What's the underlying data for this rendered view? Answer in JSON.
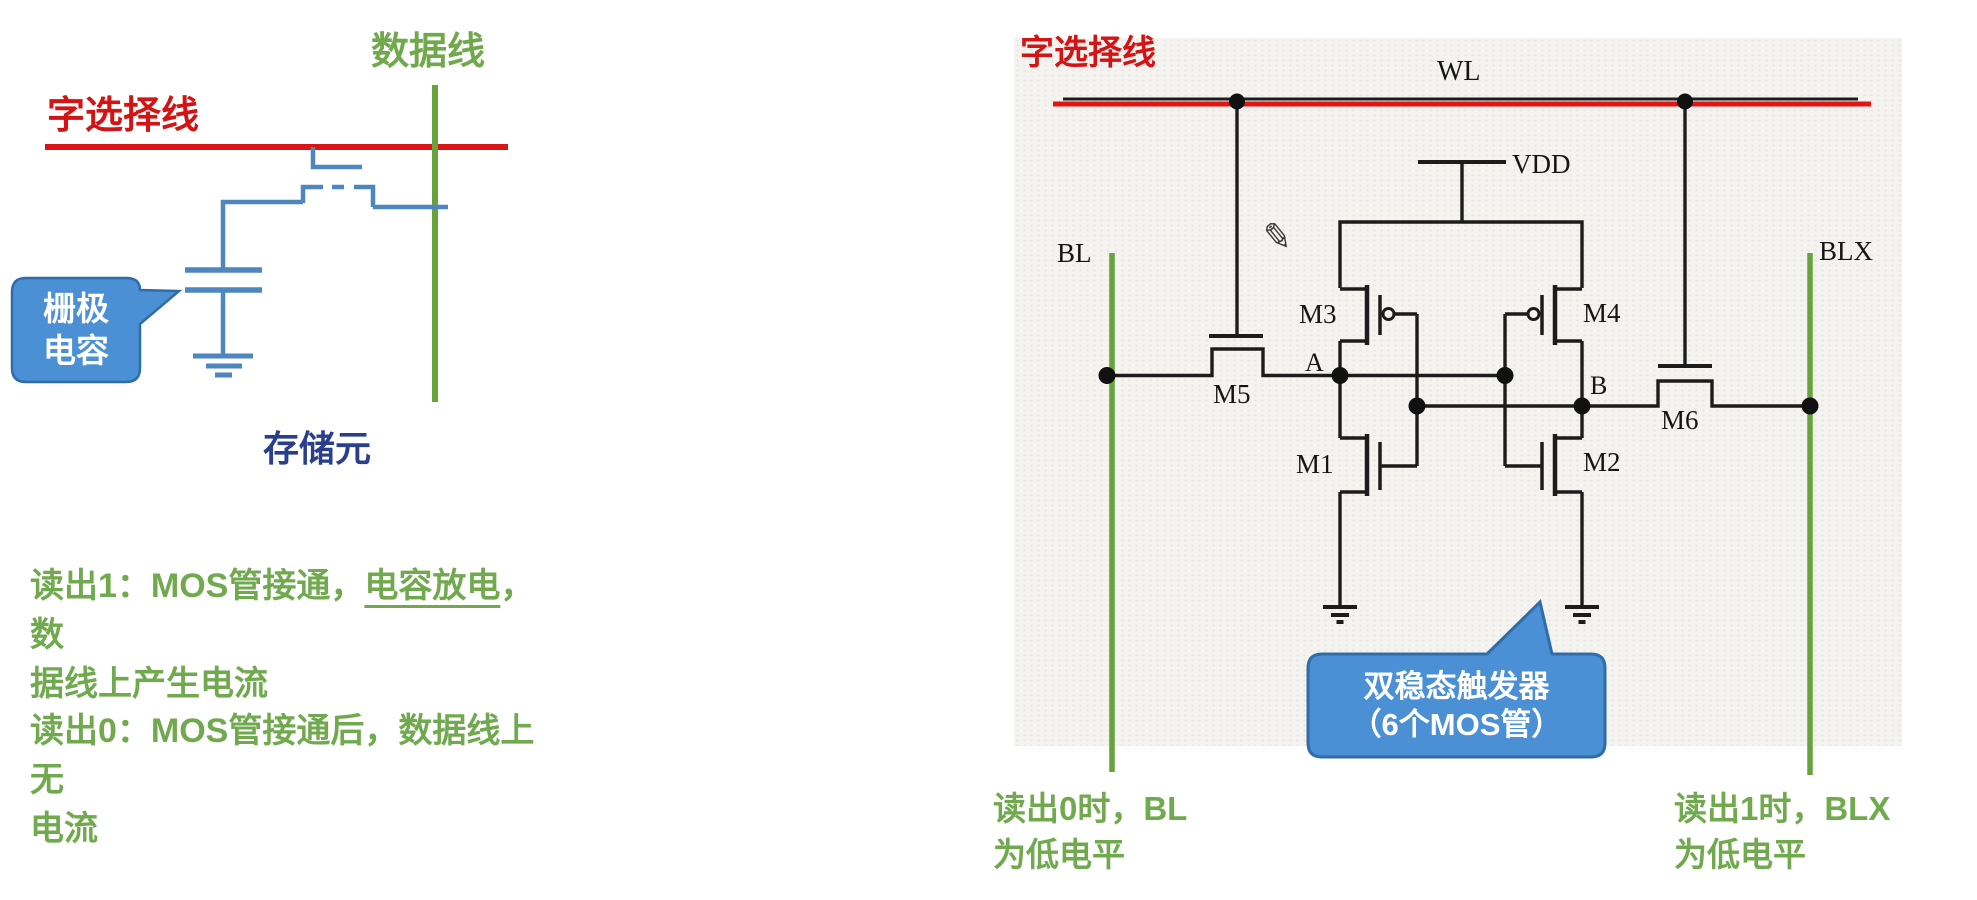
{
  "left_figure": {
    "data_line_label": "数据线",
    "word_line_label": "字选择线",
    "gate_cap_callout": {
      "line1": "栅极",
      "line2": "电容"
    },
    "cell_label": "存储元",
    "read1_note": {
      "line1_pre": "读出1：MOS管接通，",
      "line1_underlined": "电容放电",
      "line1_post": "，数",
      "line2": "据线上产生电流"
    },
    "read0_note": {
      "line1": "读出0：MOS管接通后，数据线上无",
      "line2": "电流"
    }
  },
  "right_figure": {
    "word_line_label": "字选择线",
    "wl_label": "WL",
    "vdd_label": "VDD",
    "bl_label": "BL",
    "blx_label": "BLX",
    "transistors": {
      "m1": "M1",
      "m2": "M2",
      "m3": "M3",
      "m4": "M4",
      "m5": "M5",
      "m6": "M6"
    },
    "node_a_label": "A",
    "node_b_label": "B",
    "pencil_icon": "✎",
    "flipflop_callout": {
      "line1": "双稳态触发器",
      "line2": "（6个MOS管）"
    },
    "bl_note": {
      "line1": "读出0时，BL",
      "line2": "为低电平"
    },
    "blx_note": {
      "line1": "读出1时，BLX",
      "line2": "为低电平"
    }
  },
  "colors": {
    "word_line_red": "#d41414",
    "bit_line_green": "#67a33d",
    "text_green": "#71aa4e",
    "dram_circuit_blue": "#4e86c0",
    "callout_fill_blue": "#4b90d5",
    "callout_border_blue": "#2f6da8",
    "cell_label_navy": "#2a3f8c",
    "sram_circuit_black": "#1c1c1c"
  }
}
